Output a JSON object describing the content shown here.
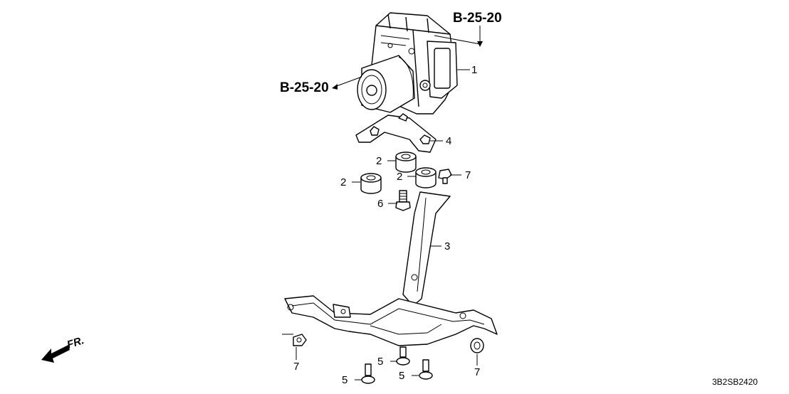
{
  "diagram": {
    "references": {
      "top": "B-25-20",
      "left": "B-25-20"
    },
    "direction_label": "FR.",
    "diagram_code": "3B2SB2420",
    "callouts": {
      "abs_modulator": "1",
      "grommet_a": "2",
      "grommet_b": "2",
      "grommet_c": "2",
      "bracket": "3",
      "mount_plate": "4",
      "bolt_a": "5",
      "bolt_b": "5",
      "bolt_c": "5",
      "stud": "6",
      "nut_right": "7",
      "nut_bottom_left": "7",
      "nut_bottom_right": "7"
    }
  }
}
